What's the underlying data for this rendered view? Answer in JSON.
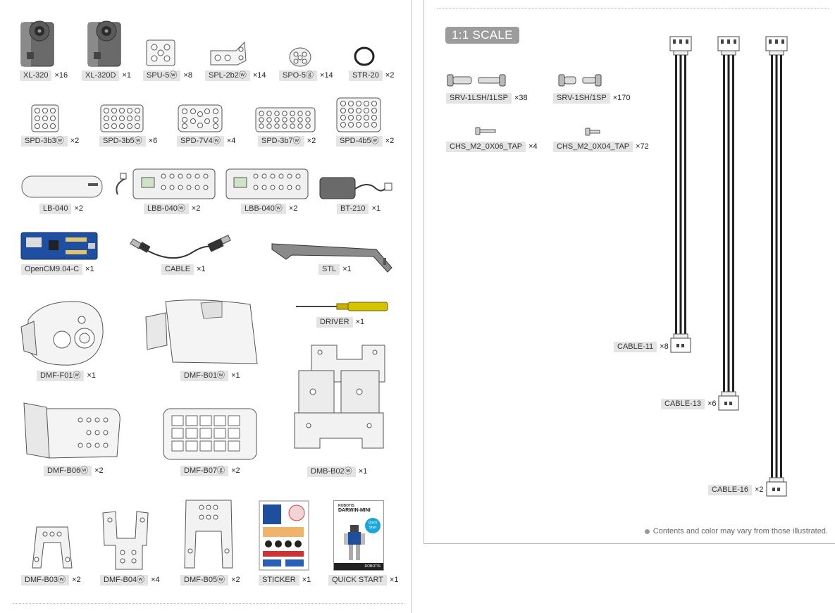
{
  "left_parts": [
    {
      "name": "XL-320",
      "qty": "×16",
      "icon": "servo-icon"
    },
    {
      "name": "XL-320D",
      "qty": "×1",
      "icon": "servo-icon"
    },
    {
      "name": "SPU-5ⓦ",
      "qty": "×8",
      "icon": "plate-icon"
    },
    {
      "name": "SPL-2b2ⓦ",
      "qty": "×14",
      "icon": "bracket-icon"
    },
    {
      "name": "SPO-5ⓖ",
      "qty": "×14",
      "icon": "disc-icon"
    },
    {
      "name": "STR-20",
      "qty": "×2",
      "icon": "ring-icon"
    },
    {
      "name": "SPD-3b3ⓦ",
      "qty": "×2",
      "icon": "grid-plate-icon"
    },
    {
      "name": "SPD-3b5ⓦ",
      "qty": "×6",
      "icon": "grid-plate-icon"
    },
    {
      "name": "SPD-7V4ⓦ",
      "qty": "×4",
      "icon": "grid-plate-icon"
    },
    {
      "name": "SPD-3b7ⓦ",
      "qty": "×2",
      "icon": "grid-plate-icon"
    },
    {
      "name": "SPD-4b5ⓦ",
      "qty": "×2",
      "icon": "grid-plate-icon"
    },
    {
      "name": "LB-040",
      "qty": "×2",
      "icon": "battery-icon"
    },
    {
      "name": "LBB-040ⓦ",
      "qty": "×2",
      "icon": "battery-box-icon"
    },
    {
      "name": "LBB-040ⓦ",
      "qty": "×2",
      "icon": "battery-box-icon"
    },
    {
      "name": "BT-210",
      "qty": "×1",
      "icon": "bluetooth-module-icon"
    },
    {
      "name": "OpenCM9.04-C",
      "qty": "×1",
      "icon": "circuit-board-icon"
    },
    {
      "name": "CABLE",
      "qty": "×1",
      "icon": "usb-cable-icon"
    },
    {
      "name": "STL",
      "qty": "×1",
      "icon": "tool-lever-icon"
    },
    {
      "name": "DRIVER",
      "qty": "×1",
      "icon": "screwdriver-icon"
    },
    {
      "name": "DMF-F01ⓦ",
      "qty": "×1",
      "icon": "head-frame-icon"
    },
    {
      "name": "DMF-B01ⓦ",
      "qty": "×1",
      "icon": "body-frame-icon"
    },
    {
      "name": "DMB-B02ⓦ",
      "qty": "×1",
      "icon": "hip-frame-icon"
    },
    {
      "name": "DMF-B06ⓦ",
      "qty": "×2",
      "icon": "foot-frame-icon"
    },
    {
      "name": "DMF-B07ⓖ",
      "qty": "×2",
      "icon": "sole-plate-icon"
    },
    {
      "name": "DMF-B03ⓦ",
      "qty": "×2",
      "icon": "u-bracket-icon"
    },
    {
      "name": "DMF-B04ⓦ",
      "qty": "×4",
      "icon": "u-bracket-icon"
    },
    {
      "name": "DMF-B05ⓦ",
      "qty": "×2",
      "icon": "u-bracket-icon"
    },
    {
      "name": "STICKER",
      "qty": "×1",
      "icon": "sticker-sheet-icon"
    },
    {
      "name": "QUICK START",
      "qty": "×1",
      "icon": "booklet-icon"
    }
  ],
  "booklet": {
    "brand": "ROBOTIS",
    "title": "DARWIN-MINI",
    "badge_line1": "Quick",
    "badge_line2": "Start",
    "footer": "ROBOTIS"
  },
  "right": {
    "scale_label": "1:1 SCALE",
    "parts": [
      {
        "name": "SRV-1LSH/1LSP",
        "qty": "×38",
        "icon": "rivet-icon"
      },
      {
        "name": "SRV-1SH/1SP",
        "qty": "×170",
        "icon": "rivet-icon"
      },
      {
        "name": "CHS_M2_0X06_TAP",
        "qty": "×4",
        "icon": "screw-icon"
      },
      {
        "name": "CHS_M2_0X04_TAP",
        "qty": "×72",
        "icon": "screw-icon"
      },
      {
        "name": "CABLE-11",
        "qty": "×8",
        "icon": "servo-cable-icon"
      },
      {
        "name": "CABLE-13",
        "qty": "×6",
        "icon": "servo-cable-icon"
      },
      {
        "name": "CABLE-16",
        "qty": "×2",
        "icon": "servo-cable-icon"
      }
    ],
    "note": "Contents and color may vary from those illustrated."
  }
}
